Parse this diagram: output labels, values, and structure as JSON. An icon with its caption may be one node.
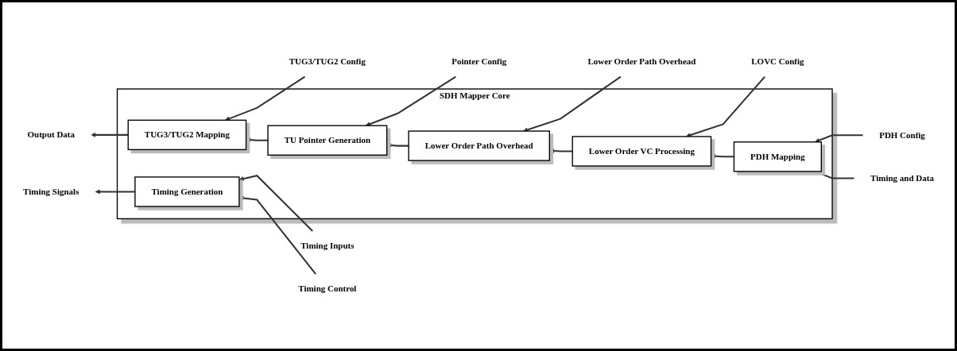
{
  "diagram": {
    "nodes": [
      {
        "text": [
          "SDH Mapper Core"
        ]
      },
      {
        "text": [
          "TUG3/TUG2 Mapping"
        ],
        "in": 0
      },
      {
        "text": [
          "TU Pointer Generation"
        ],
        "in": 0
      },
      {
        "text": [
          "Lower Order Path Overhead"
        ],
        "in": 0
      },
      {
        "text": [
          "Lower Order VC Processing"
        ],
        "in": 0
      },
      {
        "text": [
          "PDH Mapping"
        ],
        "in": 0
      },
      {
        "text": [
          "Timing Generation"
        ],
        "in": 0
      },
      {
        "text": [
          "TUG3/TUG2 Config"
        ]
      },
      {
        "text": [
          "Pointer Config"
        ]
      },
      {
        "text": [
          "Lower Order Path Overhead"
        ]
      },
      {
        "text": [
          "LOVC Config"
        ]
      },
      {
        "text": [
          "PDH Config"
        ]
      },
      {
        "text": [
          "Output Data"
        ]
      },
      {
        "text": [
          "Timing and Data"
        ]
      },
      {
        "text": [
          "Timing Inputs"
        ]
      },
      {
        "text": [
          "Timing Signals"
        ]
      },
      {
        "text": [
          "Timing Control"
        ]
      }
    ],
    "edges": [
      {
        "from": 7,
        "to": 1,
        "arrow": "to"
      },
      {
        "from": 8,
        "to": 2,
        "arrow": "to"
      },
      {
        "from": 9,
        "to": 3,
        "arrow": "to"
      },
      {
        "from": 10,
        "to": 4,
        "arrow": "to"
      },
      {
        "from": 11,
        "to": 5,
        "arrow": "to"
      },
      {
        "from": 13,
        "to": 5,
        "arrow": "to"
      },
      {
        "from": 5,
        "to": 4,
        "arrow": "to"
      },
      {
        "from": 4,
        "to": 3,
        "arrow": "to"
      },
      {
        "from": 3,
        "to": 2,
        "arrow": "to"
      },
      {
        "from": 2,
        "to": 1,
        "arrow": "to"
      },
      {
        "from": 1,
        "to": 12,
        "arrow": "to"
      },
      {
        "from": 14,
        "to": 6,
        "arrow": "to"
      },
      {
        "from": 6,
        "to": 15,
        "arrow": "to"
      },
      {
        "from": 16,
        "to": 6,
        "arrow": "to"
      }
    ]
  }
}
